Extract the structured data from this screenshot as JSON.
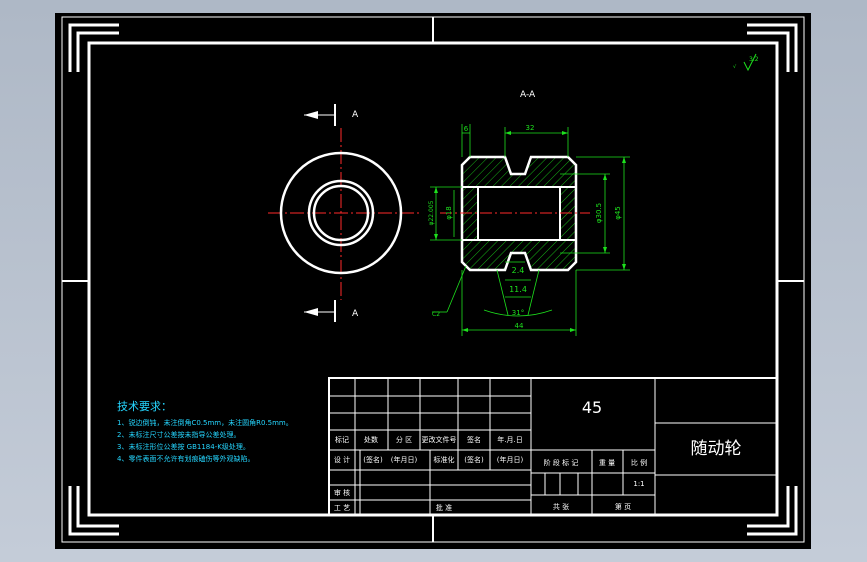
{
  "colors": {
    "background": "#000000",
    "frame": "#ffffff",
    "dimension": "#1de01d",
    "centerline": "#ff2a2a",
    "notes": "#25d6ff"
  },
  "section_label": "A-A",
  "cut_marks": {
    "top": "A",
    "bottom": "A"
  },
  "roughness_corner": "3.2",
  "dimensions": {
    "shoulder_width": "6",
    "groove_span": "32",
    "bore_dia_1": "φ22.005",
    "bore_dia_2": "φ18",
    "groove_dia": "φ30.5",
    "outer_dia": "φ45",
    "groove_depth_a": "2.4",
    "groove_depth_b": "11.4",
    "groove_angle": "31°",
    "overall_width": "44",
    "chamfer": "C2"
  },
  "tech_requirements": {
    "title": "技术要求：",
    "items": [
      "1、锐边倒钝，未注倒角C0.5mm，未注圆角R0.5mm。",
      "2、未标注尺寸公差按未指导公差处理。",
      "3、未标注形位公差按 GB1184-K级处理。",
      "4、零件表面不允许有划痕磕伤等外观缺陷。"
    ]
  },
  "title_block": {
    "material": "45",
    "part_name": "随动轮",
    "scale_value": "1:1",
    "labels": {
      "mark": "标记",
      "count": "处数",
      "zone": "分 区",
      "change_doc": "更改文件号",
      "sign": "签名",
      "date": "年.月.日",
      "design": "设 计",
      "sign_paren": "(签名)",
      "date_paren": "(年月日)",
      "standardize": "标准化",
      "check": "审 核",
      "process": "工 艺",
      "approve": "批 准",
      "stage_mark": "阶 段 标 记",
      "weight": "重 量",
      "scale": "比 例",
      "sheets_total": "共   张",
      "sheet_no": "第   页"
    }
  }
}
